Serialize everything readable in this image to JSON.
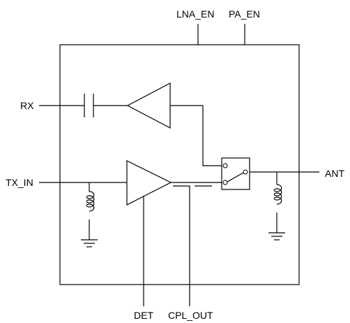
{
  "pins": {
    "lna_en": "LNA_EN",
    "pa_en": "PA_EN",
    "rx": "RX",
    "tx_in": "TX_IN",
    "ant": "ANT",
    "det": "DET",
    "cpl_out": "CPL_OUT"
  }
}
